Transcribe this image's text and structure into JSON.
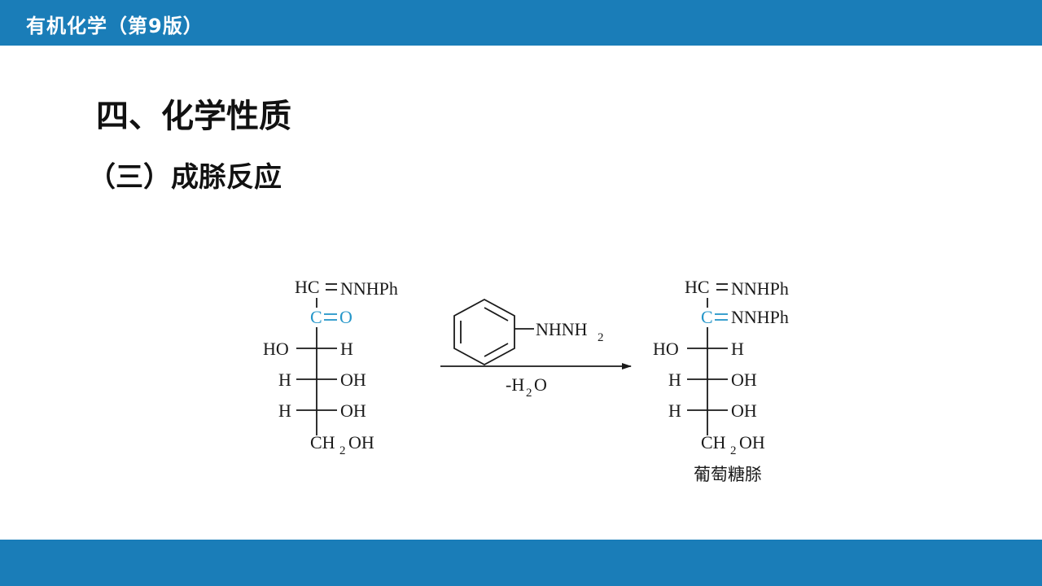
{
  "header": {
    "title": "有机化学（第9版）"
  },
  "slide": {
    "section_title": "四、化学性质",
    "subsection_title": "（三）成脎反应"
  },
  "reactant": {
    "c1_left": "HC",
    "c1_right": "NNHPh",
    "c2_left": "C",
    "c2_right": "O",
    "row3_left": "HO",
    "row3_right": "H",
    "row4_left": "H",
    "row4_right": "OH",
    "row5_left": "H",
    "row5_right": "OH",
    "bottom_main": "CH",
    "bottom_sub": "2",
    "bottom_tail": "OH"
  },
  "reagent": {
    "group_main": "NHNH",
    "group_sub": "2",
    "condition_prefix": "-H",
    "condition_sub": "2",
    "condition_tail": "O"
  },
  "product": {
    "c1_left": "HC",
    "c1_right": "NNHPh",
    "c2_left": "C",
    "c2_right": "NNHPh",
    "row3_left": "HO",
    "row3_right": "H",
    "row4_left": "H",
    "row4_right": "OH",
    "row5_left": "H",
    "row5_right": "OH",
    "bottom_main": "CH",
    "bottom_sub": "2",
    "bottom_tail": "OH",
    "name": "葡萄糖脎"
  },
  "colors": {
    "bar": "#1a7db8",
    "highlight": "#2596c9"
  }
}
